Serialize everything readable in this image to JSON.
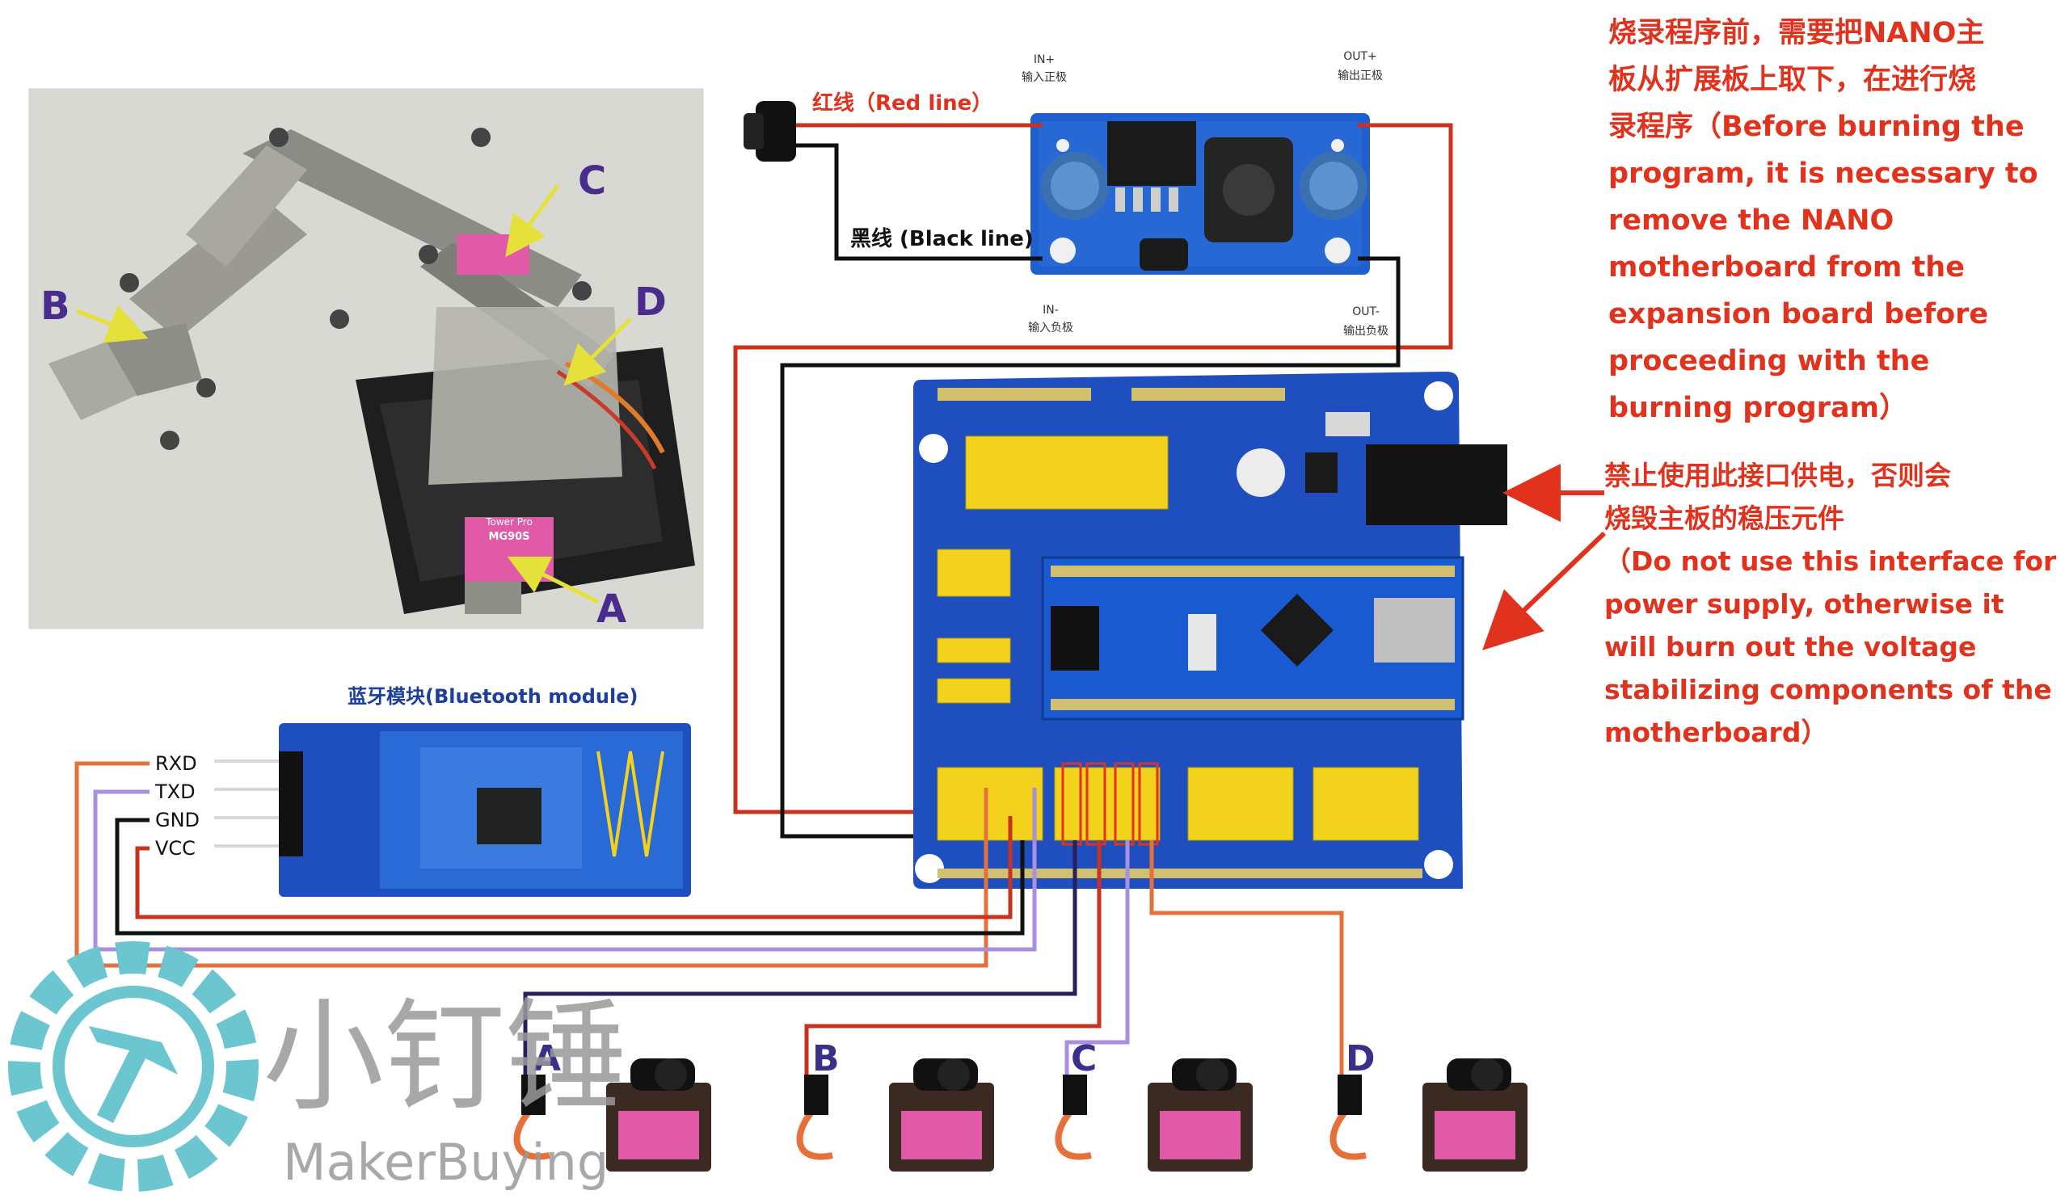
{
  "power_module": {
    "red_line_label": "红线（Red line）",
    "black_line_label": "黑线 (Black line)",
    "in_plus_top": "IN+",
    "in_plus_cn": "输入正极",
    "out_plus_top": "OUT+",
    "out_plus_cn": "输出正极",
    "in_minus_top": "IN-",
    "in_minus_cn": "输入负极",
    "out_minus_top": "OUT-",
    "out_minus_cn": "输出负极"
  },
  "notes": {
    "burn_note_lines": [
      "烧录程序前，需要把NANO主",
      "板从扩展板上取下，在进行烧",
      "录程序（Before burning the",
      "program, it is necessary to",
      "remove the NANO",
      "motherboard from the",
      "expansion board before",
      "proceeding with the",
      "burning program）"
    ],
    "power_warning_lines": [
      "禁止使用此接口供电，否则会",
      "烧毁主板的稳压元件",
      "（Do not use this interface for",
      " power supply, otherwise it",
      "will burn out the voltage",
      "stabilizing components of the",
      " motherboard）"
    ]
  },
  "arm_photo": {
    "label_a": "A",
    "label_b": "B",
    "label_c": "C",
    "label_d": "D",
    "servo_brand": "Tower Pro",
    "servo_model": "MG90S"
  },
  "bluetooth": {
    "title": "蓝牙模块(Bluetooth module)",
    "pins": [
      "RXD",
      "TXD",
      "GND",
      "VCC"
    ]
  },
  "servos": [
    "A",
    "B",
    "C",
    "D"
  ],
  "logo": {
    "cn": "小钉锤",
    "en": "MakerBuying"
  },
  "colors": {
    "board_blue": "#1f4fbf",
    "header_yellow": "#f2d21c",
    "note_red": "#e0321c",
    "wire_red": "#c8321e",
    "wire_black": "#111111",
    "wire_orange": "#e5703a",
    "wire_purple": "#a98fe0",
    "logo_teal": "#6cc6cf"
  }
}
